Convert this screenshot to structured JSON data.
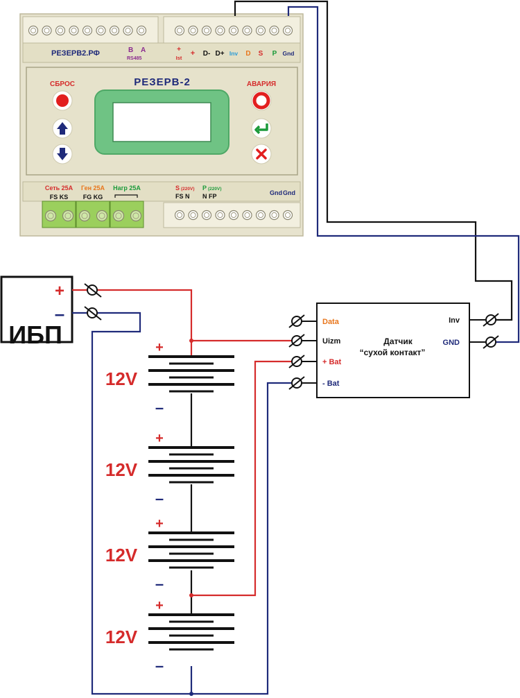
{
  "controller": {
    "site": "РЕЗЕРВ2.РФ",
    "bus_b": "B",
    "bus_a": "A",
    "bus_rs": "RS485",
    "top_terms": [
      {
        "text": "+",
        "color": "#d52b2b"
      },
      {
        "text": "Ist",
        "color": "#d52b2b"
      },
      {
        "text": "+",
        "color": "#d52b2b"
      },
      {
        "text": "D-",
        "color": "#111111"
      },
      {
        "text": "D+",
        "color": "#111111"
      },
      {
        "text": "Inv",
        "color": "#2a9bd6"
      },
      {
        "text": "D",
        "color": "#e8761c"
      },
      {
        "text": "S",
        "color": "#d52b2b"
      },
      {
        "text": "P",
        "color": "#1b9a3a"
      },
      {
        "text": "Gnd",
        "color": "#1f2a7a"
      }
    ],
    "title": "РЕЗЕРВ-2",
    "reset": "СБРОС",
    "alarm": "АВАРИЯ",
    "bottom_groups": [
      {
        "title": "Сеть 25А",
        "color": "#d52b2b",
        "pins": "FS   KS"
      },
      {
        "title": "Ген 25А",
        "color": "#e8761c",
        "pins": "FG   KG"
      },
      {
        "title": "Нагр 25А",
        "color": "#1b9a3a",
        "pins": ""
      }
    ],
    "s_label": "S",
    "s_volt": "(220V)",
    "s_pins": "FS   N",
    "p_label": "P",
    "p_volt": "(220V)",
    "p_pins": "N   FP",
    "gnd1": "Gnd",
    "gnd2": "Gnd"
  },
  "ups": {
    "name": "ИБП",
    "plus": "+",
    "minus": "–"
  },
  "battery": {
    "voltage": "12V",
    "plus": "+",
    "minus": "–",
    "count": 4
  },
  "sensor": {
    "name_line1": "Датчик",
    "name_line2": "“сухой контакт”",
    "pins_left": [
      {
        "text": "Data",
        "color": "#e8761c"
      },
      {
        "text": "Uizm",
        "color": "#111111"
      },
      {
        "text": "+ Bat",
        "color": "#d52b2b"
      },
      {
        "text": "- Bat",
        "color": "#1f2a7a"
      }
    ],
    "pins_right": [
      {
        "text": "Inv",
        "color": "#111111"
      },
      {
        "text": "GND",
        "color": "#1f2a7a"
      }
    ]
  },
  "colors": {
    "panel": "#e7e3ce",
    "panel_edge": "#bdb89c",
    "red": "#d52b2b",
    "navy": "#1f2a7a",
    "green": "#1b9a3a",
    "lcd_frame": "#6fc384"
  }
}
